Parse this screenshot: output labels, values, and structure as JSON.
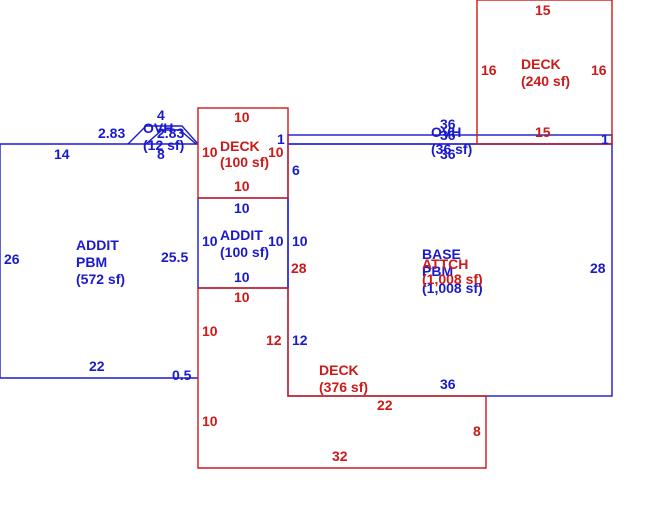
{
  "colors": {
    "blue": "#1a1acc",
    "red": "#cc1a1a",
    "background": "#ffffff"
  },
  "areas": {
    "addit_pbm_572": {
      "line1": "ADDIT",
      "line2": "PBM",
      "line3": "(572 sf)"
    },
    "ovh_12": {
      "line1": "OVH",
      "line2": "(12 sf)"
    },
    "deck_100": {
      "line1": "DECK",
      "line2": "(100 sf)"
    },
    "addit_100": {
      "line1": "ADDIT",
      "line2": "(100 sf)"
    },
    "ovh_36": {
      "line1": "OVH",
      "line2": "(36 sf)"
    },
    "deck_240": {
      "line1": "DECK",
      "line2": "(240 sf)"
    },
    "base_pbm": {
      "line1": "BASE",
      "line2": "PBM",
      "line3": "(1,008 sf)"
    },
    "attach": {
      "line1": "ATTCH",
      "line2": "(1,008 sf)"
    },
    "deck_376": {
      "line1": "DECK",
      "line2": "(376 sf)"
    }
  },
  "dimensions": {
    "addit_pbm_top": "14",
    "addit_pbm_left": "26",
    "addit_pbm_right": "25.5",
    "addit_pbm_bottom": "22",
    "addit_pbm_step": "0.5",
    "ovh_left_slope": "2.83",
    "ovh_top": "4",
    "ovh_right_slope": "2.83",
    "ovh_bottom": "8",
    "deck100_top": "10",
    "deck100_left": "10",
    "deck100_right": "10",
    "deck100_bottom": "10",
    "addit100_top": "10",
    "addit100_left": "10",
    "addit100_right": "10",
    "addit100_bottom": "10",
    "ovh36_left": "1",
    "ovh36_top": "36",
    "ovh36_mid": "36",
    "ovh36_bottom": "36",
    "ovh36_right": "1",
    "deck240_top": "15",
    "deck240_left": "16",
    "deck240_right": "16",
    "deck240_bottom": "15",
    "base_left_upper": "6",
    "base_left_mid": "10",
    "base_left_red": "28",
    "base_right": "28",
    "base_left_lower": "12",
    "base_bottom": "36",
    "deck376_top": "10",
    "deck376_left_upper": "10",
    "deck376_right_upper": "12",
    "deck376_left_lower": "10",
    "deck376_bottom": "32",
    "deck376_right_lower": "8",
    "deck376_step": "22"
  }
}
